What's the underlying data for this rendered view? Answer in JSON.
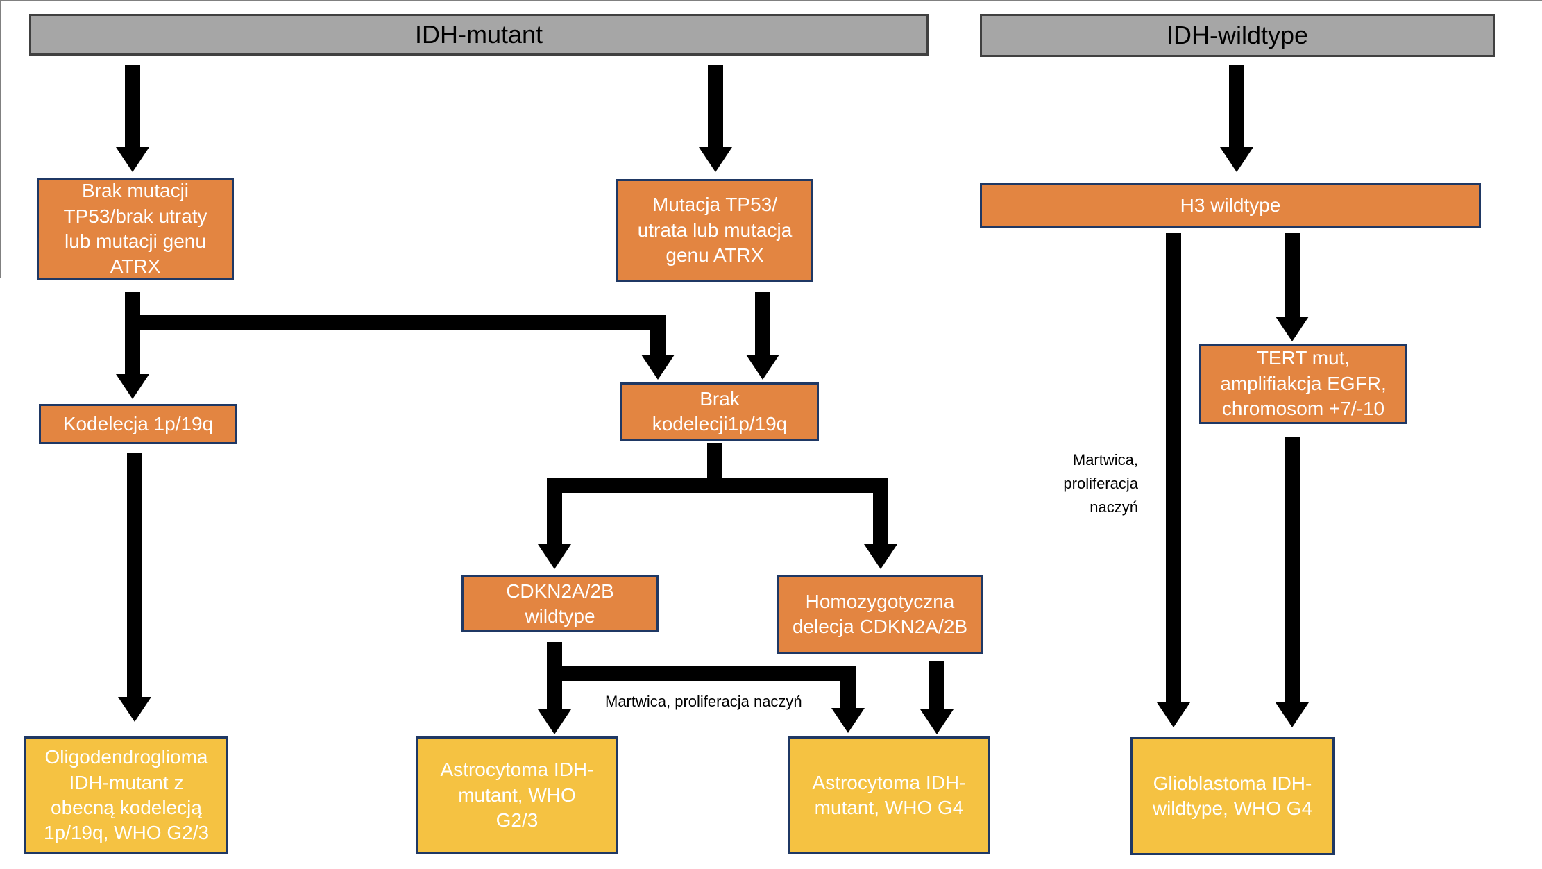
{
  "colors": {
    "header_fill": "#a6a6a6",
    "header_border": "#404040",
    "orange_fill": "#e38541",
    "yellow_fill": "#f5c242",
    "box_border": "#1f3864",
    "arrow": "#000000"
  },
  "headers": {
    "idh_mutant": "IDH-mutant",
    "idh_wildtype": "IDH-wildtype"
  },
  "nodes": {
    "no_tp53": "Brak mutacji\nTP53/brak utraty\nlub mutacji genu\nATRX",
    "tp53": "Mutacja TP53/\nutrata lub mutacja\ngenu ATRX",
    "h3": "H3 wildtype",
    "codeletion": "Kodelecja 1p/19q",
    "no_codeletion": "Brak\nkodelecji1p/19q",
    "tert": "TERT mut,\namplifiakcja EGFR,\nchromosom +7/-10",
    "cdkn_wt": "CDKN2A/2B\nwildtype",
    "cdkn_del": "Homozygotyczna\ndelecja CDKN2A/2B"
  },
  "outcomes": {
    "oligo": "Oligodendroglioma\nIDH-mutant z\nobecną kodelecją\n1p/19q, WHO G2/3",
    "astro_g23": "Astrocytoma IDH-\nmutant, WHO\nG2/3",
    "astro_g4": "Astrocytoma IDH-\nmutant, WHO G4",
    "gbm": "Glioblastoma IDH-\nwildtype, WHO G4"
  },
  "notes": {
    "necrosis_center": "Martwica, proliferacja naczyń",
    "necrosis_right": "Martwica,\nproliferacja\nnaczyń"
  }
}
